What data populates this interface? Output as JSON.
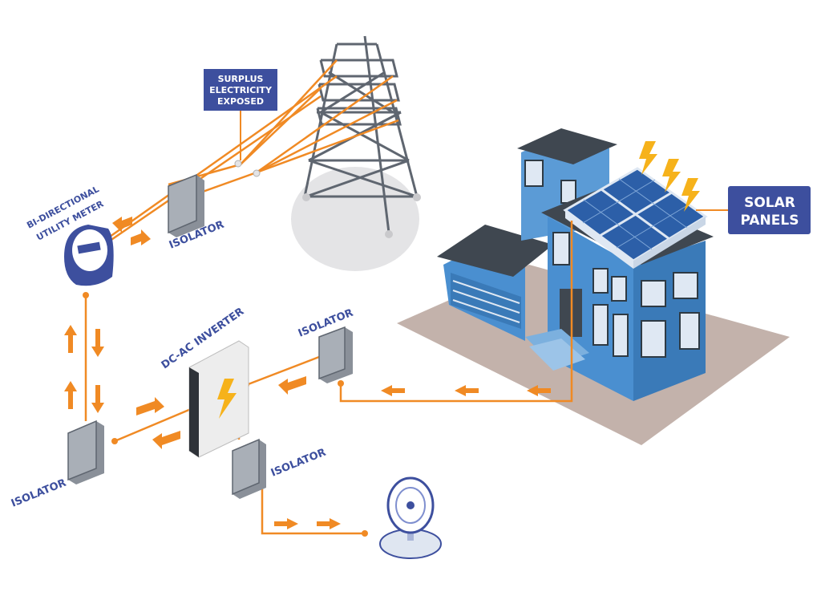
{
  "labels": {
    "surplus_line1": "SURPLUS",
    "surplus_line2": "ELECTRICITY",
    "surplus_line3": "EXPOSED",
    "solar_line1": "SOLAR",
    "solar_line2": "PANELS",
    "meter_line1": "BI-DIRECTIONAL",
    "meter_line2": "UTILITY METER",
    "isolator_top": "ISOLATOR",
    "isolator_right": "ISOLATOR",
    "isolator_left": "ISOLATOR",
    "isolator_bottom": "ISOLATOR",
    "inverter": "DC-AC INVERTER"
  },
  "colors": {
    "wire": "#f08a24",
    "label": "#3d4f9e",
    "callout_box": "#3d4f9e",
    "house_blue": "#4a8fd0",
    "roof": "#3f4750",
    "ground": "#c3b2ab"
  },
  "icons": [
    "transmission-tower-icon",
    "house-icon",
    "solar-panel-icon",
    "lightning-icon",
    "utility-meter-icon",
    "isolator-box-icon",
    "inverter-icon",
    "fan-icon"
  ]
}
